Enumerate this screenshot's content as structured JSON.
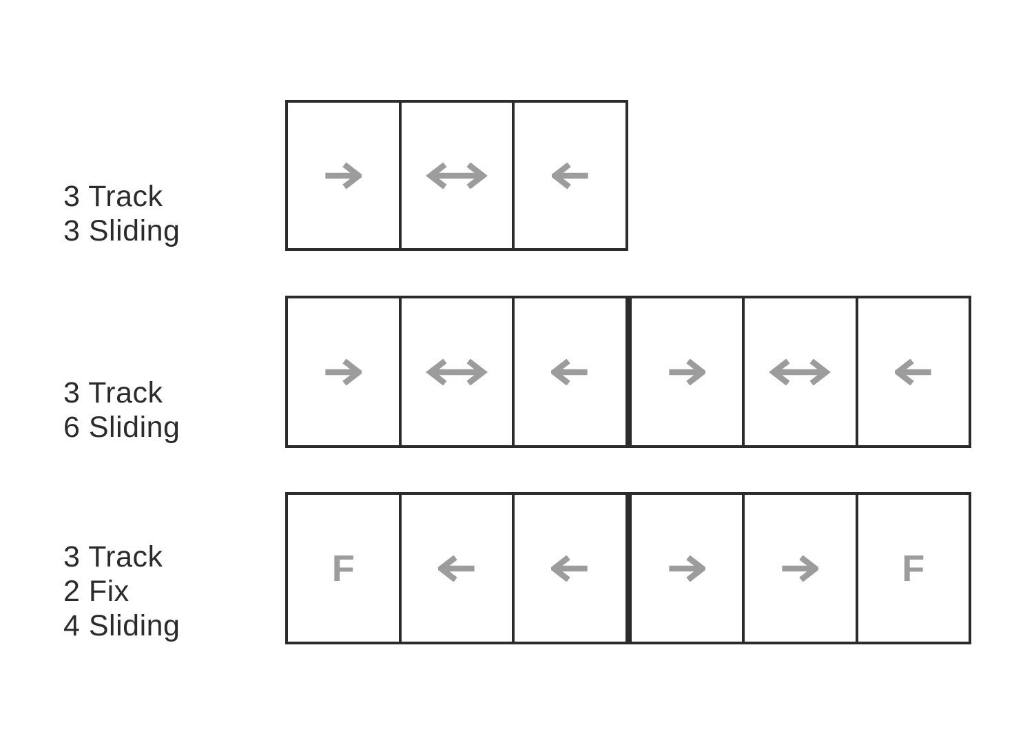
{
  "page": {
    "background": "#ffffff"
  },
  "colors": {
    "frame": "#2b2b2b",
    "arrow": "#9c9c9c",
    "label_text": "#2b2b2b",
    "panel_bg": "#ffffff"
  },
  "diagrams": [
    {
      "id": "3-track-3-sliding",
      "label_lines": [
        "3 Track",
        "3 Sliding"
      ],
      "thick_divider_after": null,
      "panels": [
        {
          "symbol": "arrow-right"
        },
        {
          "symbol": "arrow-both"
        },
        {
          "symbol": "arrow-left"
        }
      ]
    },
    {
      "id": "3-track-6-sliding",
      "label_lines": [
        "3 Track",
        "6 Sliding"
      ],
      "thick_divider_after": 2,
      "panels": [
        {
          "symbol": "arrow-right"
        },
        {
          "symbol": "arrow-both"
        },
        {
          "symbol": "arrow-left"
        },
        {
          "symbol": "arrow-right"
        },
        {
          "symbol": "arrow-both"
        },
        {
          "symbol": "arrow-left"
        }
      ]
    },
    {
      "id": "3-track-2-fix-4-sliding",
      "label_lines": [
        "3 Track",
        "2 Fix",
        "4 Sliding"
      ],
      "thick_divider_after": 2,
      "panels": [
        {
          "symbol": "fixed",
          "label": "F"
        },
        {
          "symbol": "arrow-left"
        },
        {
          "symbol": "arrow-left"
        },
        {
          "symbol": "arrow-right"
        },
        {
          "symbol": "arrow-right"
        },
        {
          "symbol": "fixed",
          "label": "F"
        }
      ]
    }
  ]
}
